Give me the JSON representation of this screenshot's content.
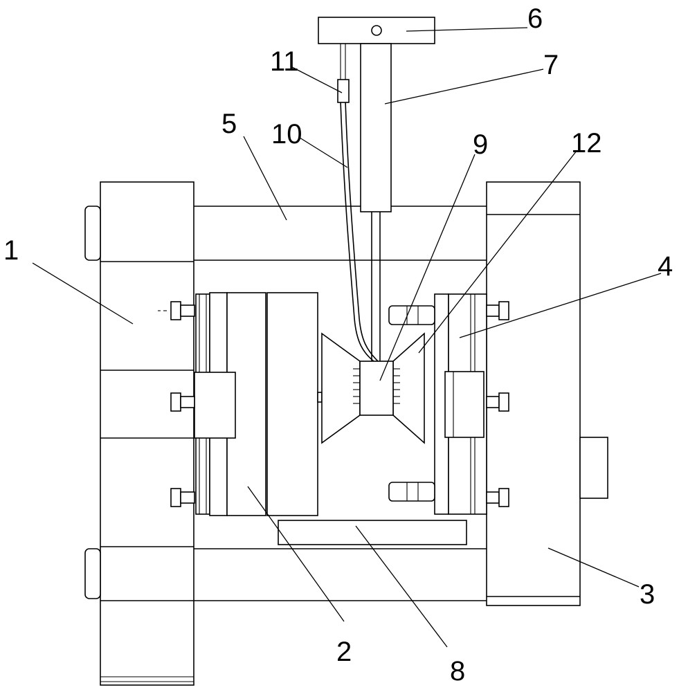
{
  "figure": {
    "labels": [
      {
        "id": "label-1",
        "text": "1"
      },
      {
        "id": "label-2",
        "text": "2"
      },
      {
        "id": "label-3",
        "text": "3"
      },
      {
        "id": "label-4",
        "text": "4"
      },
      {
        "id": "label-5",
        "text": "5"
      },
      {
        "id": "label-6",
        "text": "6"
      },
      {
        "id": "label-7",
        "text": "7"
      },
      {
        "id": "label-8",
        "text": "8"
      },
      {
        "id": "label-9",
        "text": "9"
      },
      {
        "id": "label-10",
        "text": "10"
      },
      {
        "id": "label-11",
        "text": "11"
      },
      {
        "id": "label-12",
        "text": "12"
      }
    ]
  },
  "colors": {
    "stroke": "#000000",
    "background": "#ffffff"
  }
}
